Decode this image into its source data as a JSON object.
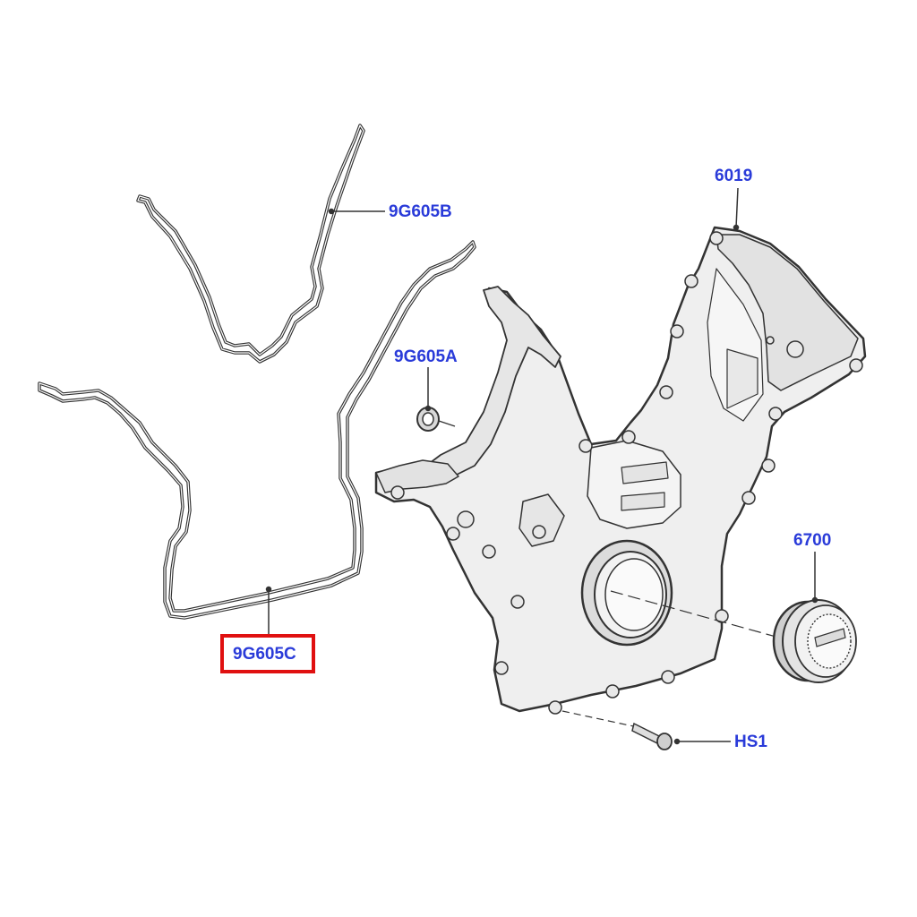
{
  "diagram": {
    "callouts": {
      "gasket_b": "9G605B",
      "seal_a": "9G605A",
      "cover": "6019",
      "pulley": "6700",
      "gasket_c": "9G605C",
      "bolt": "HS1"
    },
    "highlighted_part": "9G605C",
    "colors": {
      "callout_text": "#2a3bd9",
      "highlight": "#e01010",
      "line": "#333333"
    }
  }
}
